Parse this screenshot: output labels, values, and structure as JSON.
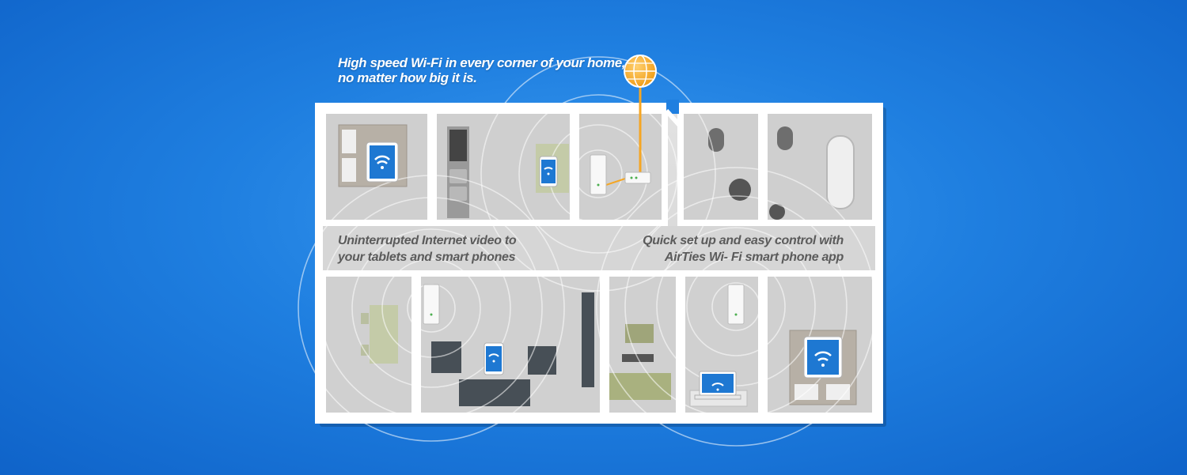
{
  "headline": {
    "line1": "High speed Wi-Fi in every corner of your home,",
    "line2": "no matter how big it is."
  },
  "features": {
    "left": {
      "line1": "Uninterrupted Internet video to",
      "line2": "your tablets and smart phones"
    },
    "right": {
      "line1": "Quick set up and easy control with",
      "line2": "AirTies Wi- Fi smart phone app"
    }
  },
  "colors": {
    "background": "#1f7fe0",
    "walls": "#ffffff",
    "floor": "#d8d8d8",
    "internet_globe": "#f5a623",
    "cable": "#f5a623",
    "device_screen": "#1e78d2"
  },
  "icons": [
    "globe-icon",
    "wifi-icon",
    "tablet-icon",
    "phone-icon",
    "laptop-icon",
    "router-icon",
    "extender-icon"
  ]
}
